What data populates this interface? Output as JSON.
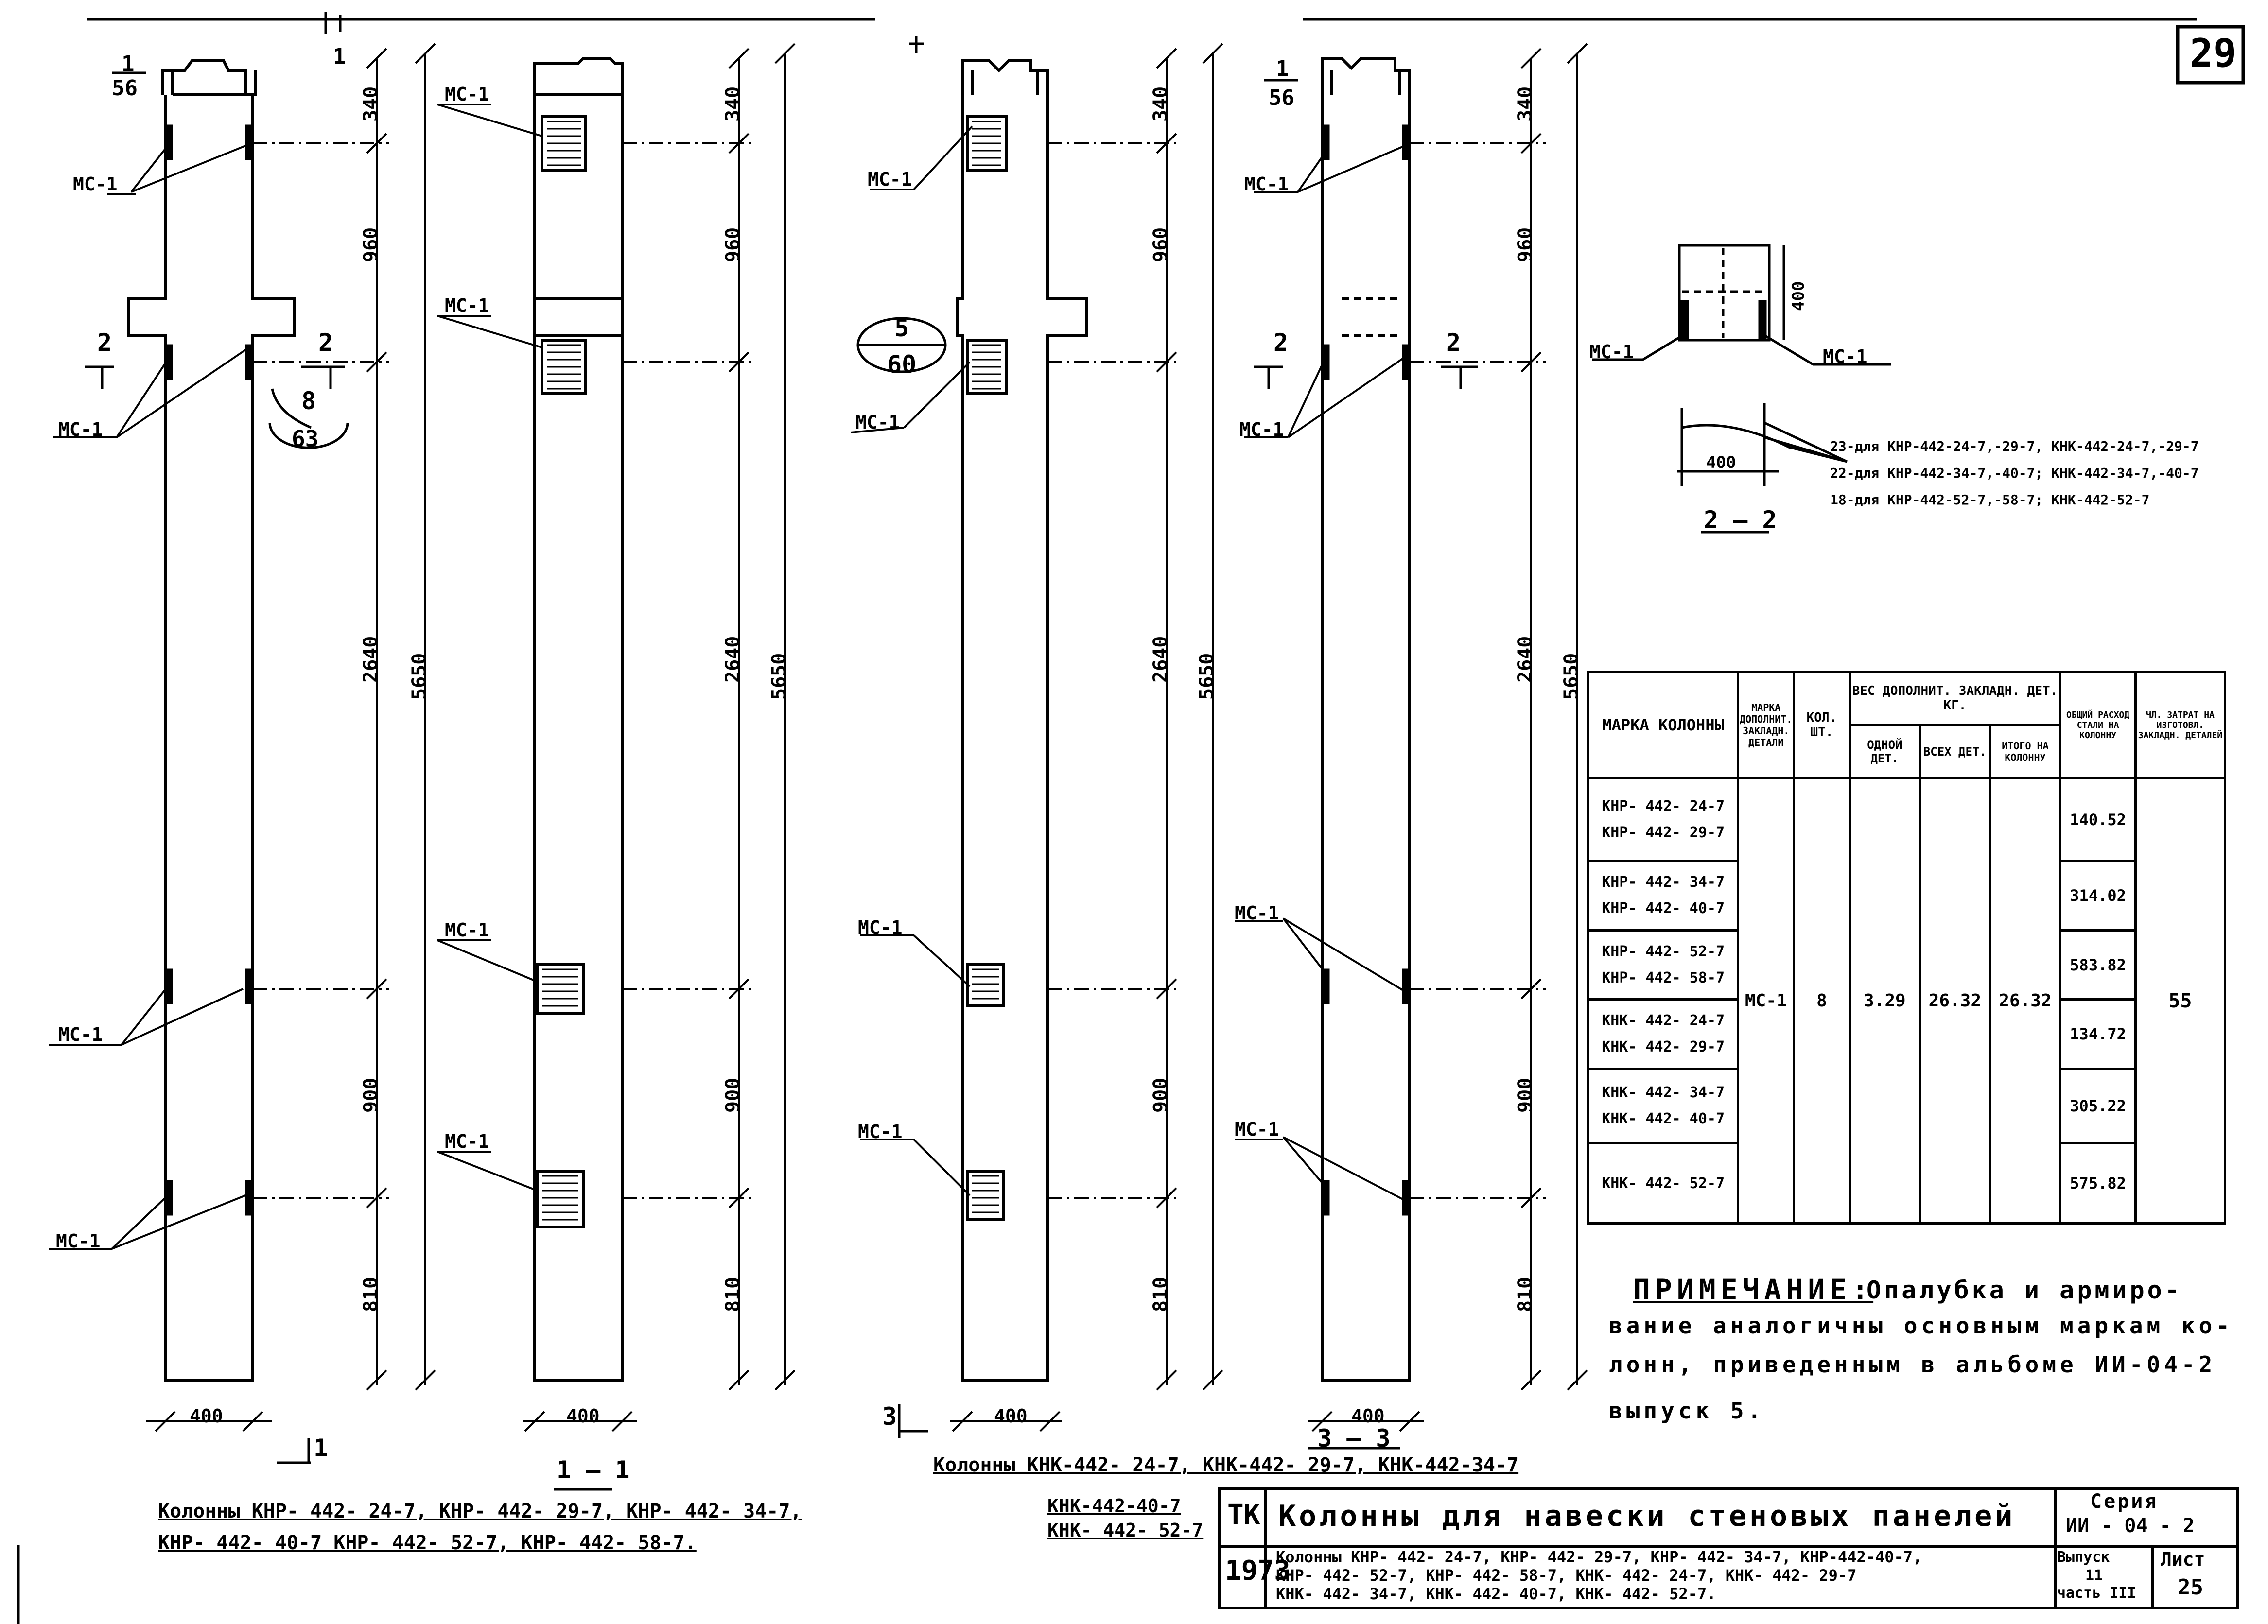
{
  "sheet_number": "29",
  "dims": {
    "d340": "340",
    "d960": "960",
    "d2640": "2640",
    "d5650": "5650",
    "d900": "900",
    "d810": "810",
    "d400": "400"
  },
  "labels": {
    "mc": "МС-1",
    "sec_1_num": "1",
    "sec_1_den": "56",
    "sec_2": "2",
    "sec_8_num": "8",
    "sec_8_den": "63",
    "sec_5_num": "5",
    "sec_5_den": "60",
    "cut_1": "1",
    "cut_3": "3",
    "view_1_1": "1 — 1",
    "view_3_3": "3 — 3",
    "view_2_2": "2 — 2"
  },
  "section22": {
    "dim400_h": "400",
    "dim400_w": "400",
    "note1": "23-для КНР-442-24-7,-29-7, КНК-442-24-7,-29-7",
    "note2": "22-для КНР-442-34-7,-40-7; КНК-442-34-7,-40-7",
    "note3": "18-для КНР-442-52-7,-58-7; КНК-442-52-7"
  },
  "table": {
    "h_marka": "МАРКА КОЛОННЫ",
    "h_marka_det": "МАРКА ДОПОЛНИТ. ЗАКЛАДН. ДЕТАЛИ",
    "h_kol": "КОЛ. ШТ.",
    "h_ves": "ВЕС ДОПОЛНИТ. ЗАКЛАДН. ДЕТ. КГ.",
    "h_odnoi": "ОДНОЙ ДЕТ.",
    "h_vseh": "ВСЕХ ДЕТ.",
    "h_itogo": "ИТОГО НА КОЛОННУ",
    "h_rashod": "ОБЩИЙ РАСХОД СТАЛИ НА КОЛОННУ",
    "h_zatrat": "ЧЛ. ЗАТРАТ НА ИЗГОТОВЛ. ЗАКЛАДН. ДЕТАЛЕЙ",
    "rows": [
      {
        "m1": "КНР- 442- 24-7",
        "m2": "КНР- 442- 29-7",
        "rashod": "140.52"
      },
      {
        "m1": "КНР- 442- 34-7",
        "m2": "КНР- 442- 40-7",
        "rashod": "314.02"
      },
      {
        "m1": "КНР- 442- 52-7",
        "m2": "КНР- 442- 58-7",
        "rashod": "583.82"
      },
      {
        "m1": "КНК- 442- 24-7",
        "m2": "КНК- 442- 29-7",
        "rashod": "134.72"
      },
      {
        "m1": "КНК- 442- 34-7",
        "m2": "КНК- 442- 40-7",
        "rashod": "305.22"
      },
      {
        "m1": "КНК- 442- 52-7",
        "m2": "",
        "rashod": "575.82"
      }
    ],
    "det": "МС-1",
    "kol": "8",
    "odnoi": "3.29",
    "vseh": "26.32",
    "itogo": "26.32",
    "zatrat": "55"
  },
  "note": {
    "title": "ПРИМЕЧАНИЕ:",
    "line1": "Опалубка и армиро-",
    "line2": "вание аналогичны основным маркам ко-",
    "line3": "лонн, приведенным в альбоме ИИ-04-2",
    "line4": "выпуск 5."
  },
  "captions": {
    "left1": "Колонны КНР- 442- 24-7,  КНР- 442- 29-7, КНР- 442- 34-7,",
    "left2": "КНР- 442- 40-7  КНР- 442- 52-7,  КНР- 442- 58-7.",
    "right1": "Колонны КНК-442- 24-7,  КНК-442- 29-7,  КНК-442-34-7",
    "right2": "КНК-442-40-7",
    "right3": "КНК- 442- 52-7"
  },
  "titleblock": {
    "org": "ТК",
    "year": "1973",
    "title": "Колонны для навески стеновых панелей",
    "sub1": "Колонны КНР- 442- 24-7,  КНР- 442- 29-7,  КНР- 442- 34-7, КНР-442-40-7,",
    "sub2": "КНР- 442- 52-7,  КНР- 442- 58-7,  КНК- 442- 24-7,  КНК- 442- 29-7",
    "sub3": "КНК- 442- 34-7,  КНК- 442- 40-7,  КНК- 442- 52-7.",
    "seria_label": "Серия",
    "seria": "ИИ - 04 - 2",
    "vypusk_label": "Выпуск",
    "vypusk": "11",
    "chast": "часть III",
    "list_label": "Лист",
    "list": "25"
  }
}
